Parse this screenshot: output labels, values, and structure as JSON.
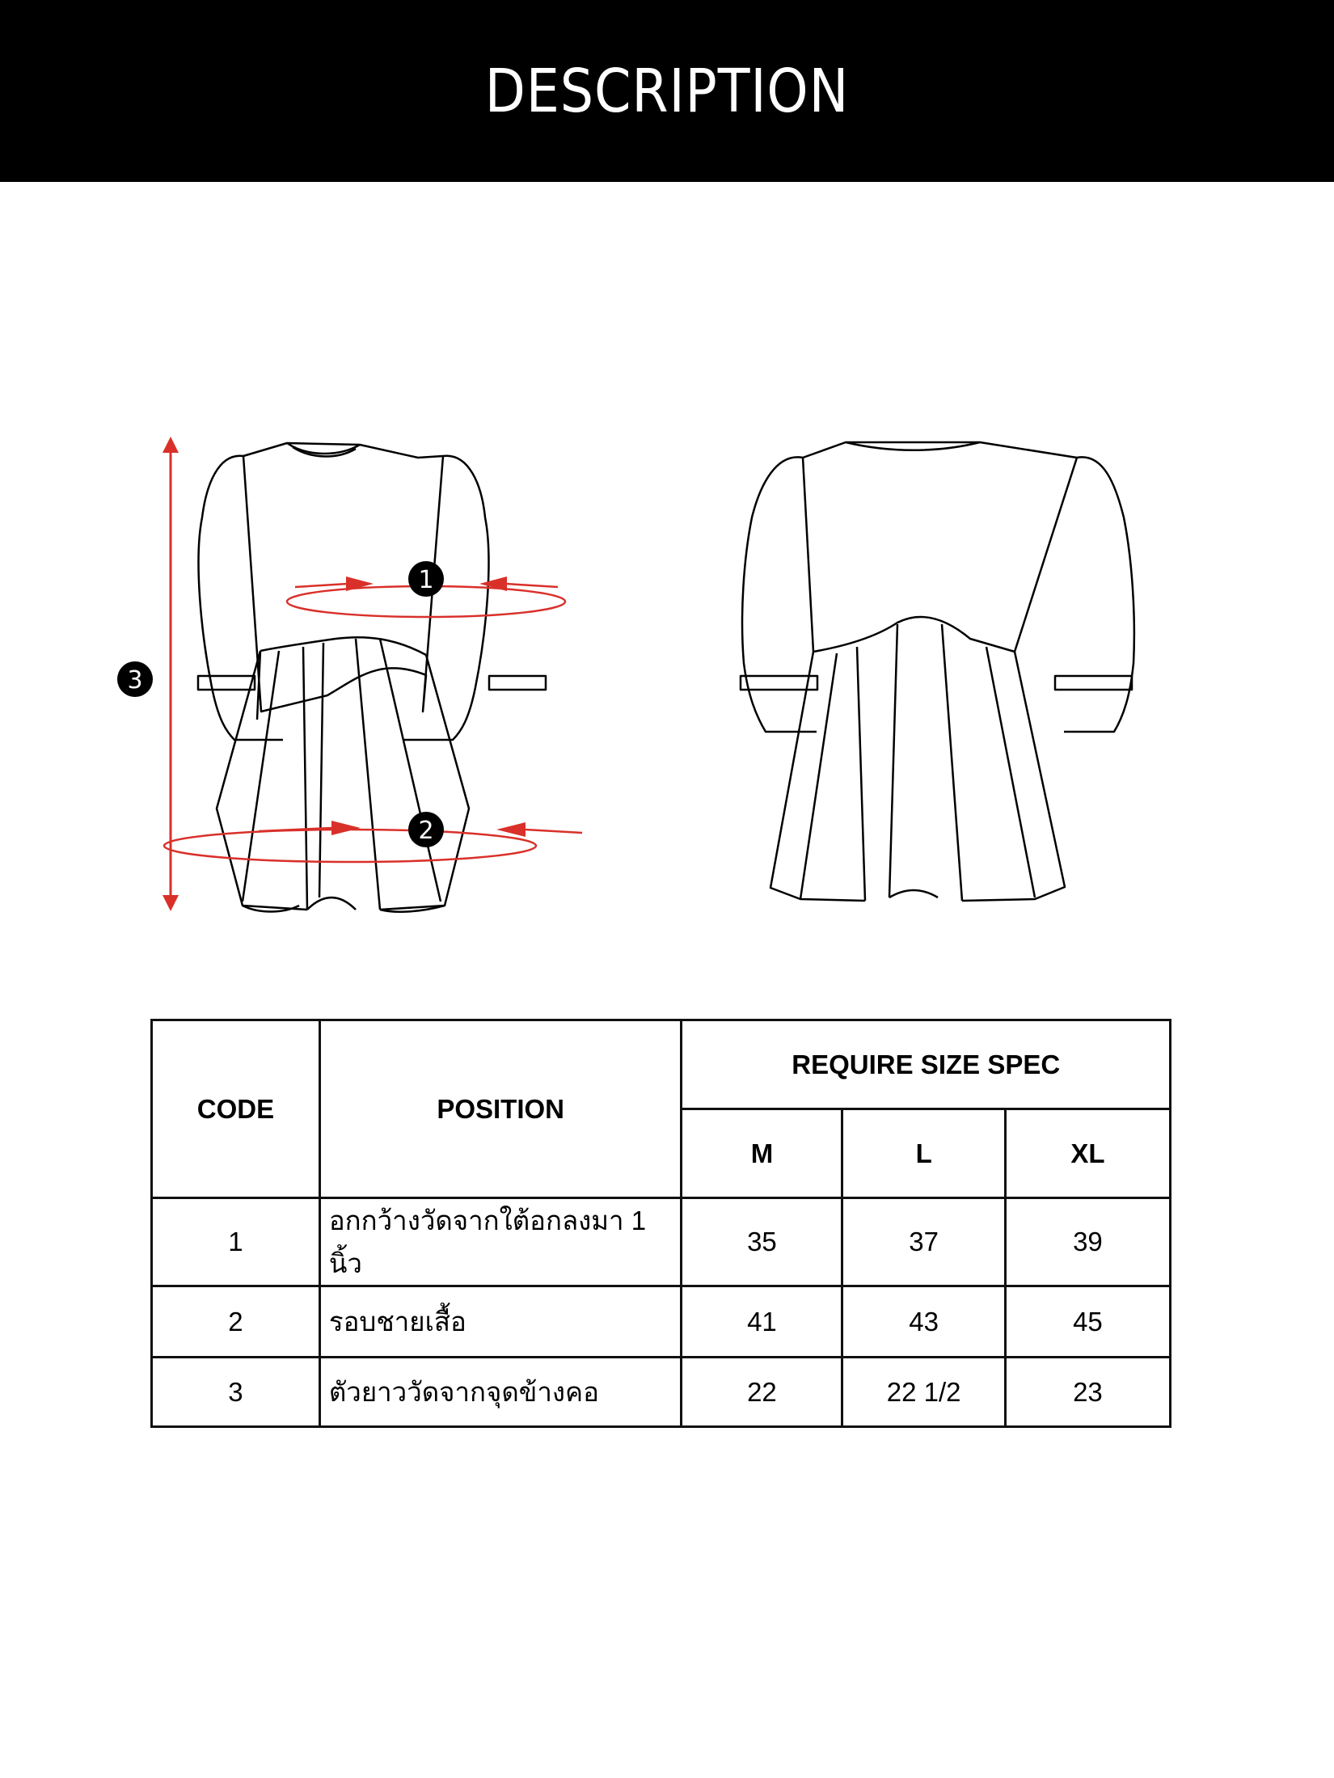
{
  "header": {
    "title": "DESCRIPTION"
  },
  "diagram": {
    "views": [
      "front",
      "back"
    ],
    "markers": [
      {
        "code": "1",
        "type": "circumference",
        "label": "1"
      },
      {
        "code": "2",
        "type": "circumference",
        "label": "2"
      },
      {
        "code": "3",
        "type": "length",
        "label": "3"
      }
    ],
    "colors": {
      "measure": "#d9302a",
      "line": "#000000",
      "marker_bg": "#000000",
      "marker_text": "#ffffff"
    }
  },
  "table": {
    "headers": {
      "code": "CODE",
      "position": "POSITION",
      "spec_group": "REQUIRE SIZE SPEC"
    },
    "sizes": [
      "M",
      "L",
      "XL"
    ],
    "rows": [
      {
        "code": "1",
        "position": "อกกว้างวัดจากใต้อกลงมา 1 นิ้ว",
        "values": [
          "35",
          "37",
          "39"
        ]
      },
      {
        "code": "2",
        "position": "รอบชายเสื้อ",
        "values": [
          "41",
          "43",
          "45"
        ]
      },
      {
        "code": "3",
        "position": "ตัวยาววัดจากจุดข้างคอ",
        "values": [
          "22",
          "22 1/2",
          "23"
        ]
      }
    ]
  }
}
